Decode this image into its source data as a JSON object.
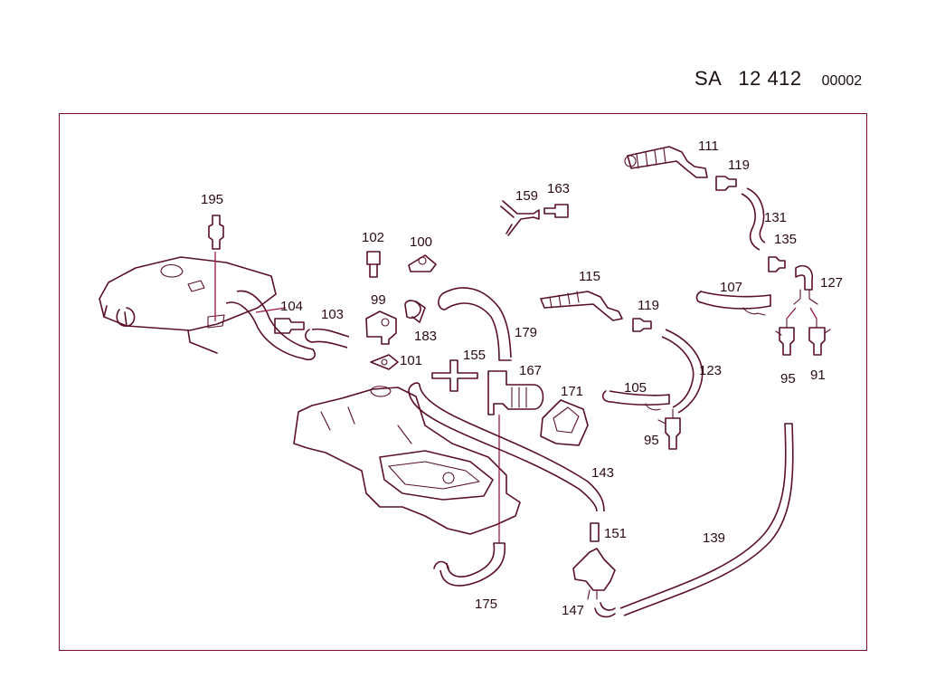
{
  "header": {
    "prefix": "SA",
    "number": "12 412",
    "code": "00002"
  },
  "labels": {
    "l195": "195",
    "l102": "102",
    "l100": "100",
    "l159": "159",
    "l163": "163",
    "l111": "111",
    "l119a": "119",
    "l131": "131",
    "l135": "135",
    "l127": "127",
    "l104": "104",
    "l103": "103",
    "l99": "99",
    "l183": "183",
    "l101": "101",
    "l155": "155",
    "l167": "167",
    "l179": "179",
    "l115": "115",
    "l119b": "119",
    "l107": "107",
    "l95a": "95",
    "l91": "91",
    "l123": "123",
    "l171": "171",
    "l105": "105",
    "l95b": "95",
    "l143": "143",
    "l151": "151",
    "l139": "139",
    "l147": "147",
    "l175": "175"
  },
  "colors": {
    "line": "#5a1026",
    "leader": "#9b1740",
    "frame": "#7a0f2d",
    "text": "#2a0a16"
  }
}
